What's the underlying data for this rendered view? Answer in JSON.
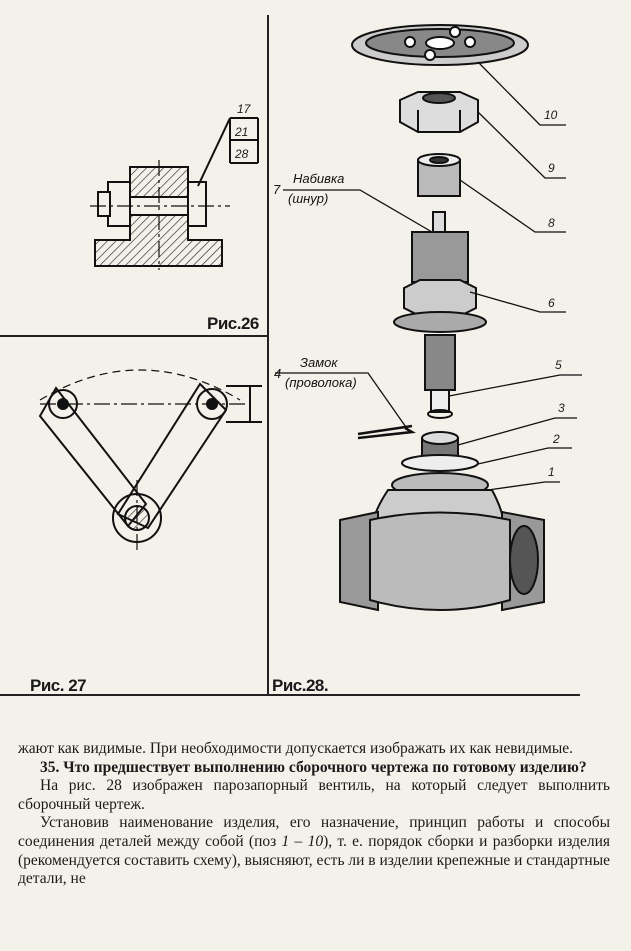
{
  "figures": {
    "fig26": {
      "caption": "Рис.26",
      "labels": [
        "17",
        "21",
        "28"
      ]
    },
    "fig27": {
      "caption": "Рис. 27"
    },
    "fig28": {
      "caption": "Рис.28.",
      "callouts": {
        "nabivka": "Набивка",
        "shnur": "(шнур)",
        "zamok": "Замок",
        "provoloka": "(проволока)"
      },
      "numbers": [
        "1",
        "2",
        "3",
        "4",
        "5",
        "6",
        "7",
        "8",
        "9",
        "10"
      ]
    }
  },
  "text": {
    "p1": "жают как видимые. При необходимости допускается изображать их как невидимые.",
    "q35": "35. Что предшествует выполнению сборочного чертежа по готовому изделию?",
    "p2": "На рис. 28 изображен парозапорный вентиль, на который следует выполнить сборочный чертеж.",
    "p3_a": "Установив наименование изделия, его назначение, принцип работы и способы соединения деталей между собой (поз ",
    "p3_range": "1 – 10",
    "p3_b": "), т. е. порядок сборки и разборки изделия (рекомендуется составить схему), выясняют, есть ли в изделии крепежные и стандартные детали, не"
  }
}
